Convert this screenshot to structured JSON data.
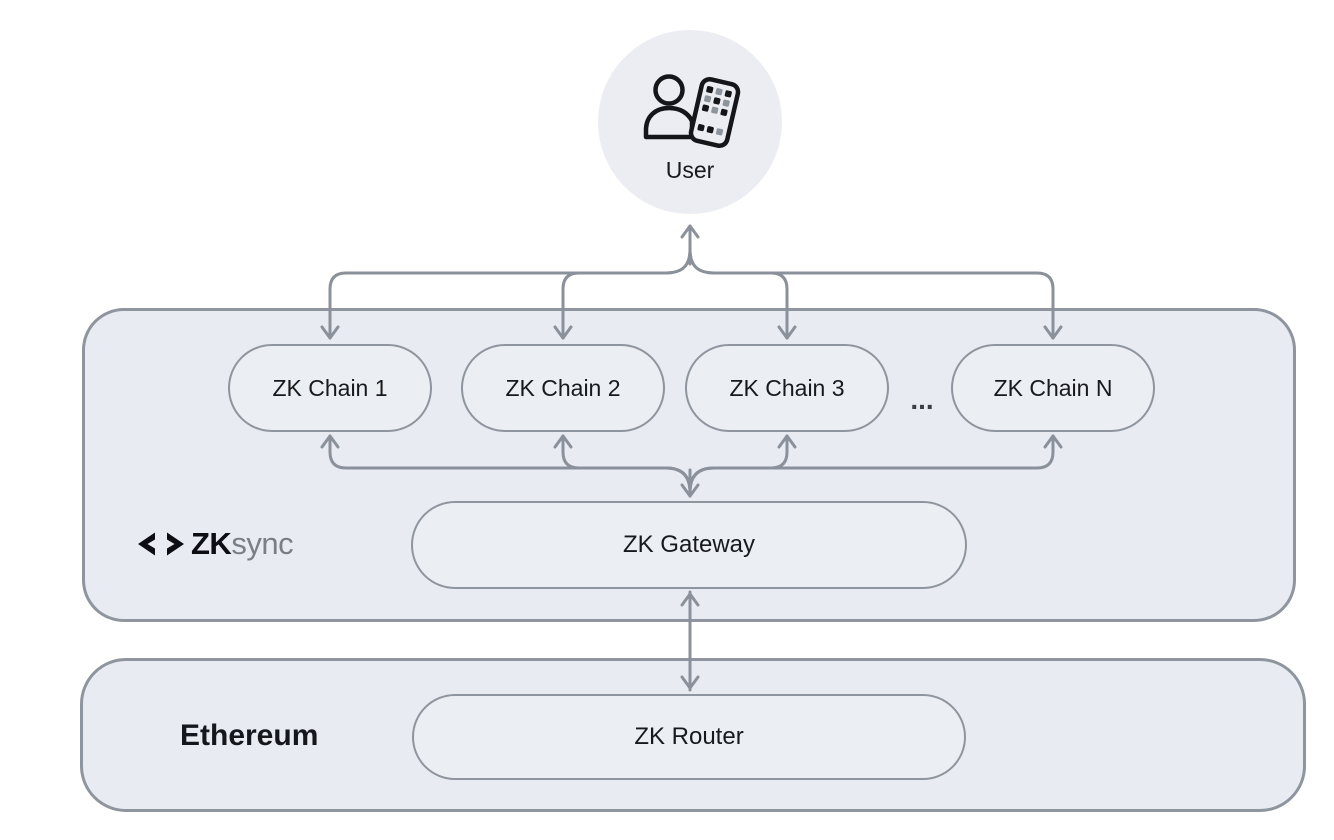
{
  "user": {
    "label": "User"
  },
  "zksync": {
    "logo": {
      "bold": "ZK",
      "light": "sync"
    },
    "chains": [
      {
        "label": "ZK Chain 1"
      },
      {
        "label": "ZK Chain 2"
      },
      {
        "label": "ZK Chain 3"
      },
      {
        "label": "ZK Chain N"
      }
    ],
    "ellipsis": "...",
    "gateway": {
      "label": "ZK Gateway"
    }
  },
  "ethereum": {
    "label": "Ethereum",
    "router": {
      "label": "ZK Router"
    }
  },
  "icons": {
    "user_icon": "person-with-phone",
    "logo_icon": "zksync-double-arrow"
  },
  "colors": {
    "layer_fill": "#e8ebf1",
    "layer_border": "#8f959e",
    "node_fill": "#ebeef3",
    "node_border": "#8f959e",
    "arrow": "#8b919a",
    "text": "#17191c",
    "logo_sync_text": "#7a7f87",
    "user_circle_fill": "#ecedf2"
  }
}
